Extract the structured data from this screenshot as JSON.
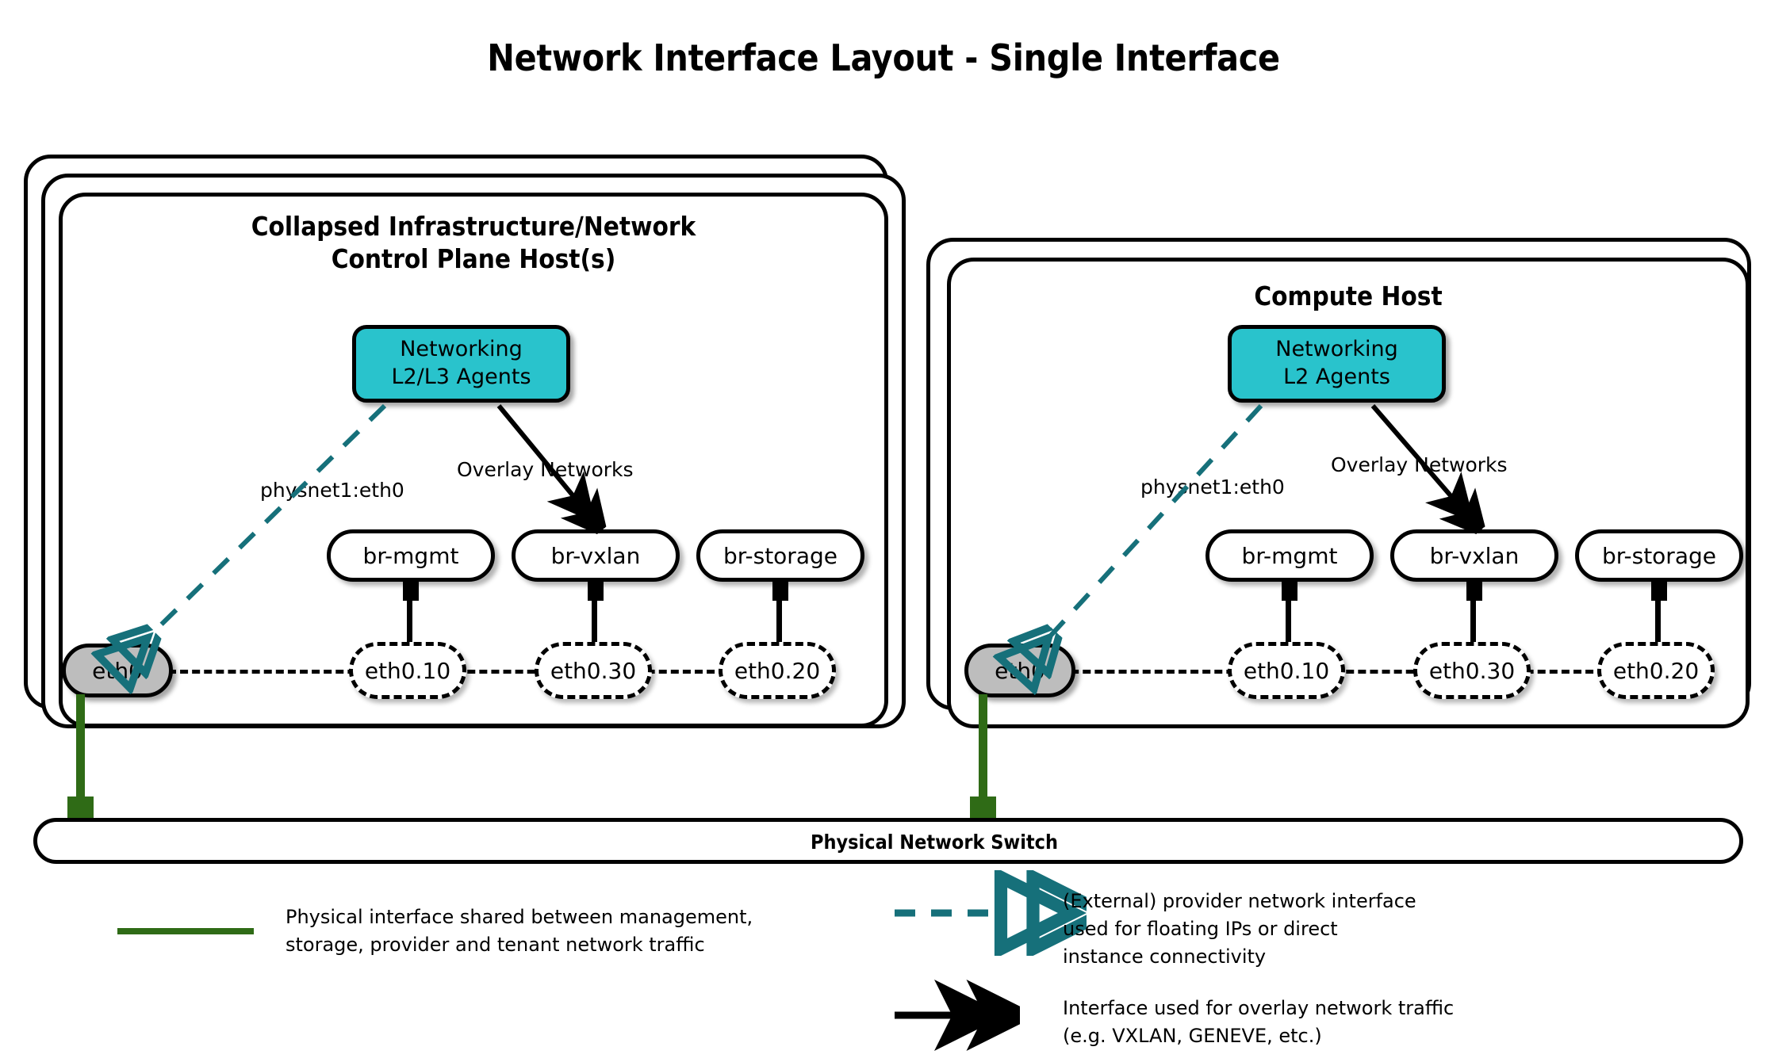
{
  "title": "Network Interface Layout - Single Interface",
  "hosts": [
    {
      "id": "control-plane",
      "title": "Collapsed Infrastructure/Network\nControl Plane Host(s)",
      "agent_label": "Networking\nL2/L3 Agents",
      "provider_label": "physnet1:eth0",
      "overlay_label": "Overlay Networks",
      "nic": "eth0",
      "bridges": [
        "br-mgmt",
        "br-vxlan",
        "br-storage"
      ],
      "vlans": [
        "eth0.10",
        "eth0.30",
        "eth0.20"
      ],
      "stack_count": 3
    },
    {
      "id": "compute",
      "title": "Compute Host",
      "agent_label": "Networking\nL2 Agents",
      "provider_label": "physnet1:eth0",
      "overlay_label": "Overlay Networks",
      "nic": "eth0",
      "bridges": [
        "br-mgmt",
        "br-vxlan",
        "br-storage"
      ],
      "vlans": [
        "eth0.10",
        "eth0.30",
        "eth0.20"
      ],
      "stack_count": 2
    }
  ],
  "switch": {
    "label": "Physical Network Switch"
  },
  "legend": [
    {
      "marker": "green-solid-line",
      "text": "Physical interface shared between management,\nstorage, provider and tenant network traffic"
    },
    {
      "marker": "teal-dashed-double-arrow",
      "text": "(External) provider network interface\nused for floating IPs or direct\ninstance connectivity"
    },
    {
      "marker": "black-solid-double-arrow",
      "text": "Interface used for overlay network traffic\n(e.g. VXLAN, GENEVE, etc.)"
    }
  ],
  "colors": {
    "agent_fill": "#29c3cc",
    "nic_fill": "#bdbdbd",
    "provider_line": "#16707a",
    "physical_line": "#2f6b16",
    "stroke": "#000000",
    "background": "#ffffff"
  }
}
